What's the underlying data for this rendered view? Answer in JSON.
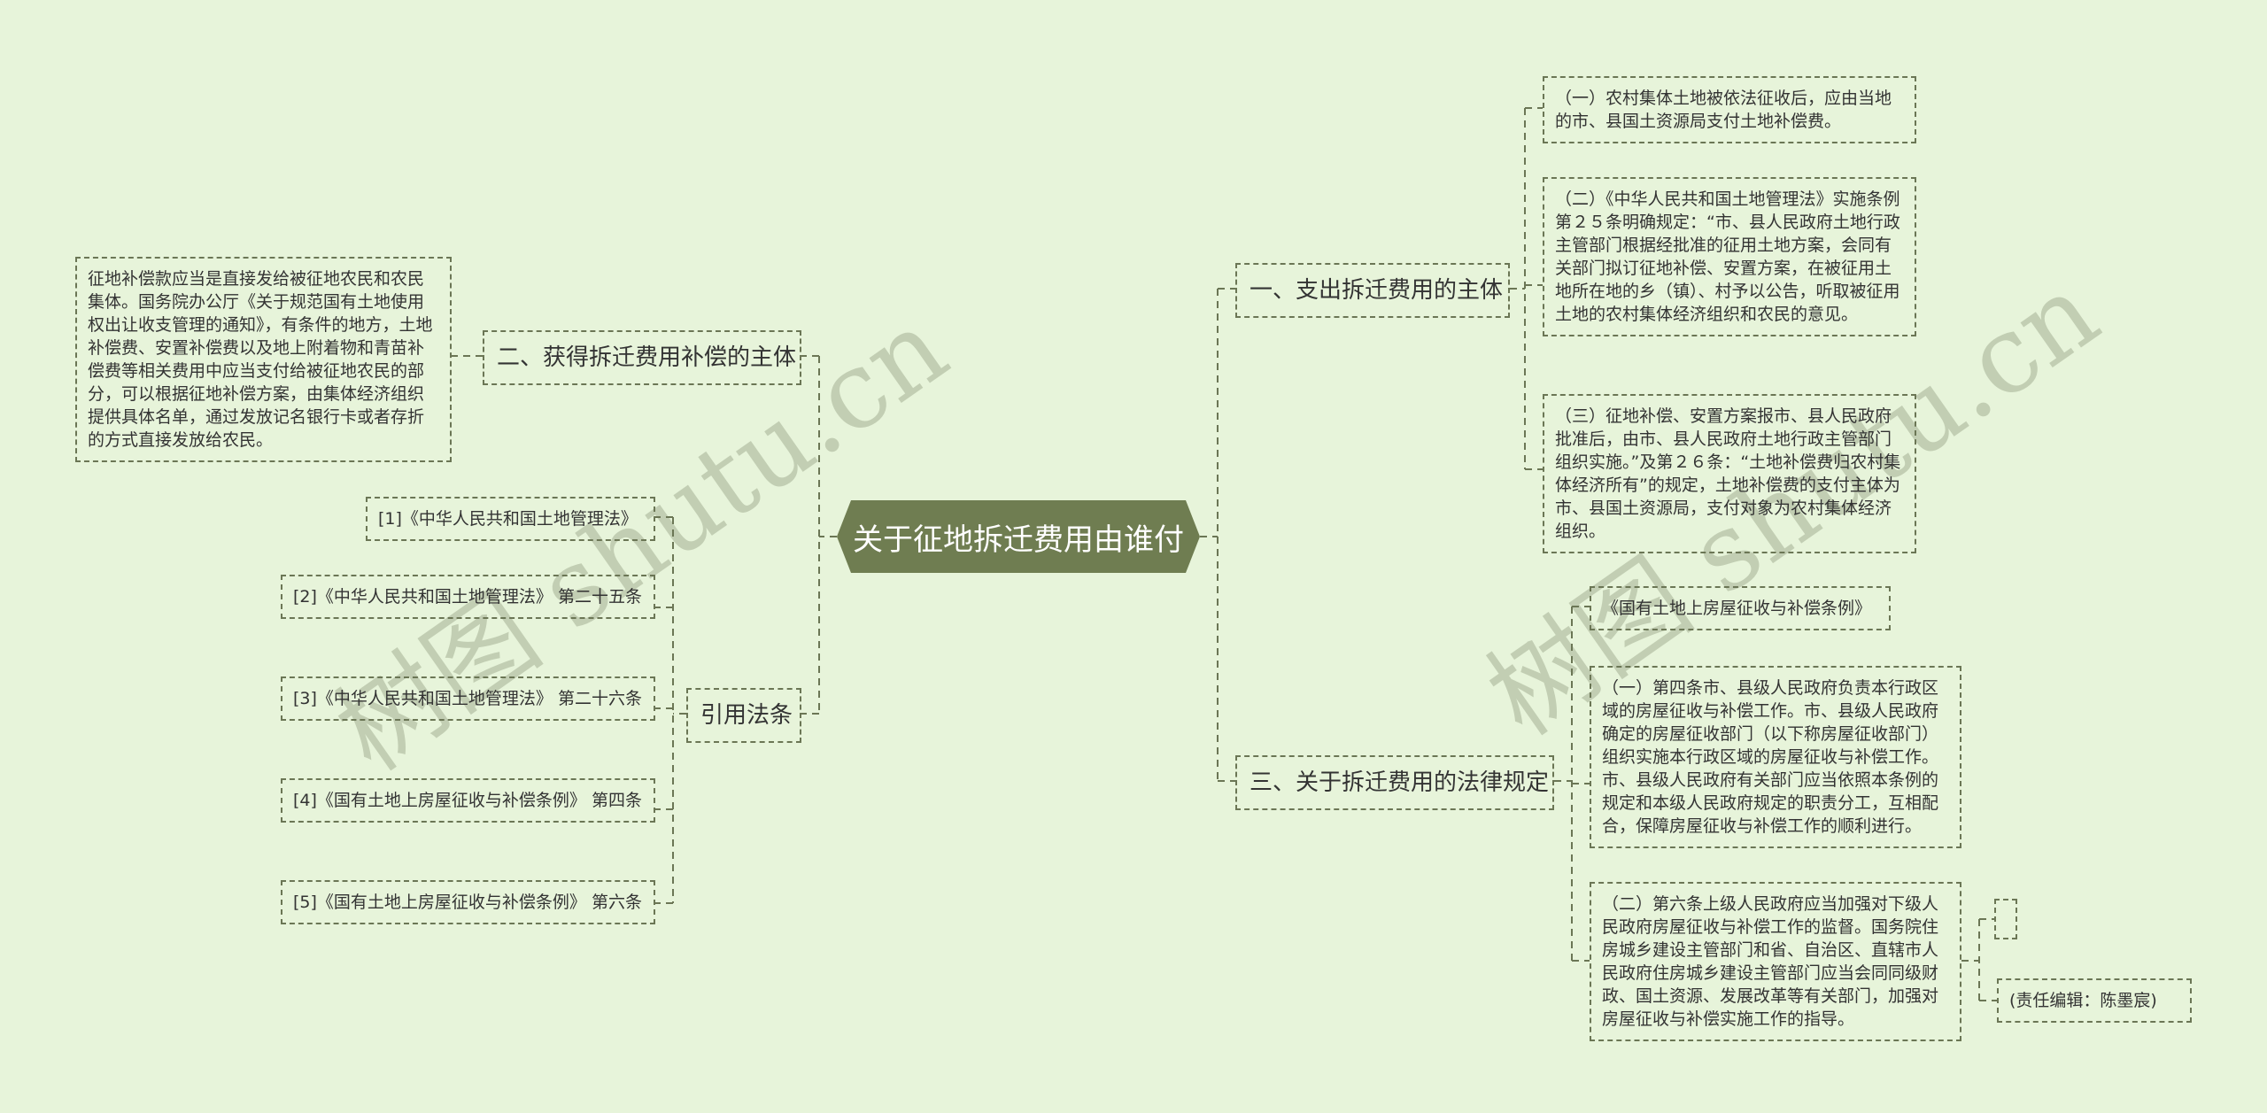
{
  "root": {
    "title": "关于征地拆迁费用由谁付"
  },
  "watermarks": [
    "树图 shutu.cn",
    "树图 shutu.cn"
  ],
  "branches": {
    "payer": {
      "title": "一、支出拆迁费用的主体",
      "items": [
        "（一）农村集体土地被依法征收后，应由当地的市、县国土资源局支付土地补偿费。",
        "（二）《中华人民共和国土地管理法》实施条例第２５条明确规定：“市、县人民政府土地行政主管部门根据经批准的征用土地方案，会同有关部门拟订征地补偿、安置方案，在被征用土地所在地的乡（镇）、村予以公告，听取被征用土地的农村集体经济组织和农民的意见。",
        "（三）征地补偿、安置方案报市、县人民政府批准后，由市、县人民政府土地行政主管部门组织实施。”及第２６条：“土地补偿费归农村集体经济所有”的规定，土地补偿费的支付主体为市、县国土资源局，支付对象为农村集体经济组织。"
      ]
    },
    "recipient": {
      "title": "二、获得拆迁费用补偿的主体",
      "items": [
        "征地补偿款应当是直接发给被征地农民和农民集体。国务院办公厅《关于规范国有土地使用权出让收支管理的通知》，有条件的地方，土地补偿费、安置补偿费以及地上附着物和青苗补偿费等相关费用中应当支付给被征地农民的部分，可以根据征地补偿方案，由集体经济组织提供具体名单，通过发放记名银行卡或者存折的方式直接发放给农民。"
      ]
    },
    "law": {
      "title": "三、关于拆迁费用的法律规定",
      "items": [
        "《国有土地上房屋征收与补偿条例》",
        "（一）第四条市、县级人民政府负责本行政区域的房屋征收与补偿工作。市、县级人民政府确定的房屋征收部门（以下称房屋征收部门）组织实施本行政区域的房屋征收与补偿工作。市、县级人民政府有关部门应当依照本条例的规定和本级人民政府规定的职责分工，互相配合，保障房屋征收与补偿工作的顺利进行。",
        "（二）第六条上级人民政府应当加强对下级人民政府房屋征收与补偿工作的监督。国务院住房城乡建设主管部门和省、自治区、直辖市人民政府住房城乡建设主管部门应当会同同级财政、国土资源、发展改革等有关部门，加强对房屋征收与补偿实施工作的指导。"
      ],
      "sub_items": [
        "",
        "(责任编辑：陈墨宸)"
      ]
    },
    "refs": {
      "title": "引用法条",
      "items": [
        "[1]《中华人民共和国土地管理法》",
        "[2]《中华人民共和国土地管理法》 第二十五条",
        "[3]《中华人民共和国土地管理法》 第二十六条",
        "[4]《国有土地上房屋征收与补偿条例》 第四条",
        "[5]《国有土地上房屋征收与补偿条例》 第六条"
      ]
    }
  },
  "colors": {
    "background": "#e7f4da",
    "root": "#6f7d51",
    "line": "#6b7655"
  }
}
